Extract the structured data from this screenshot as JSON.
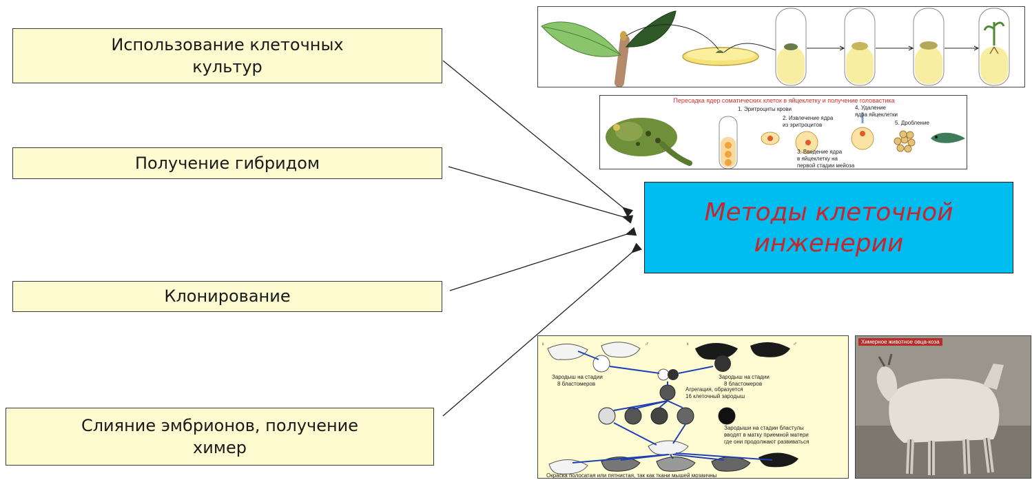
{
  "left_boxes": [
    {
      "lines": [
        "Использование клеточных",
        "культур"
      ]
    },
    {
      "lines": [
        "Получение гибридом"
      ]
    },
    {
      "lines": [
        "Клонирование"
      ]
    },
    {
      "lines": [
        "Слияние эмбрионов, получение",
        "химер"
      ]
    }
  ],
  "center": {
    "lines": [
      "Методы клеточной",
      "инженерии"
    ]
  },
  "frog_panel": {
    "title": "Пересадка ядер соматических клеток в яйцеклетку и получение головастика",
    "step1": "1. Эритроциты крови",
    "step2a": "2. Извлечение ядра",
    "step2b": "из эритроцитов",
    "step3a": "3. Введение ядра",
    "step3b": "в яйцеклетку на",
    "step3c": "первой стадии мейоза",
    "step4a": "4. Удаление",
    "step4b": "ядра яйцеклетки",
    "step5": "5. Дробление"
  },
  "mice_panel": {
    "female_symbol": "♀",
    "male_symbol": "♂",
    "left_embryo_a": "Зародыш на стадии",
    "left_embryo_b": "8 бластомеров",
    "right_embryo_a": "Зародыш на стадии",
    "right_embryo_b": "8 бластомеров",
    "aggregation_a": "Агрегация, образуется",
    "aggregation_b": "16 клеточный зародыш",
    "blastula_a": "Зародыши на стадии бластулы",
    "blastula_b": "вводят в матку приемной матери",
    "blastula_c": "где они продолжают развиваться",
    "bottom": "Окраска полосатая или пятнистая, так как ткани мышей мозаичны"
  },
  "goat_panel": {
    "title": "Химерное животное овца-коза"
  },
  "colors": {
    "box_fill": "#fdfbcf",
    "center_fill": "#00bdf0",
    "center_text": "#c8262c"
  }
}
